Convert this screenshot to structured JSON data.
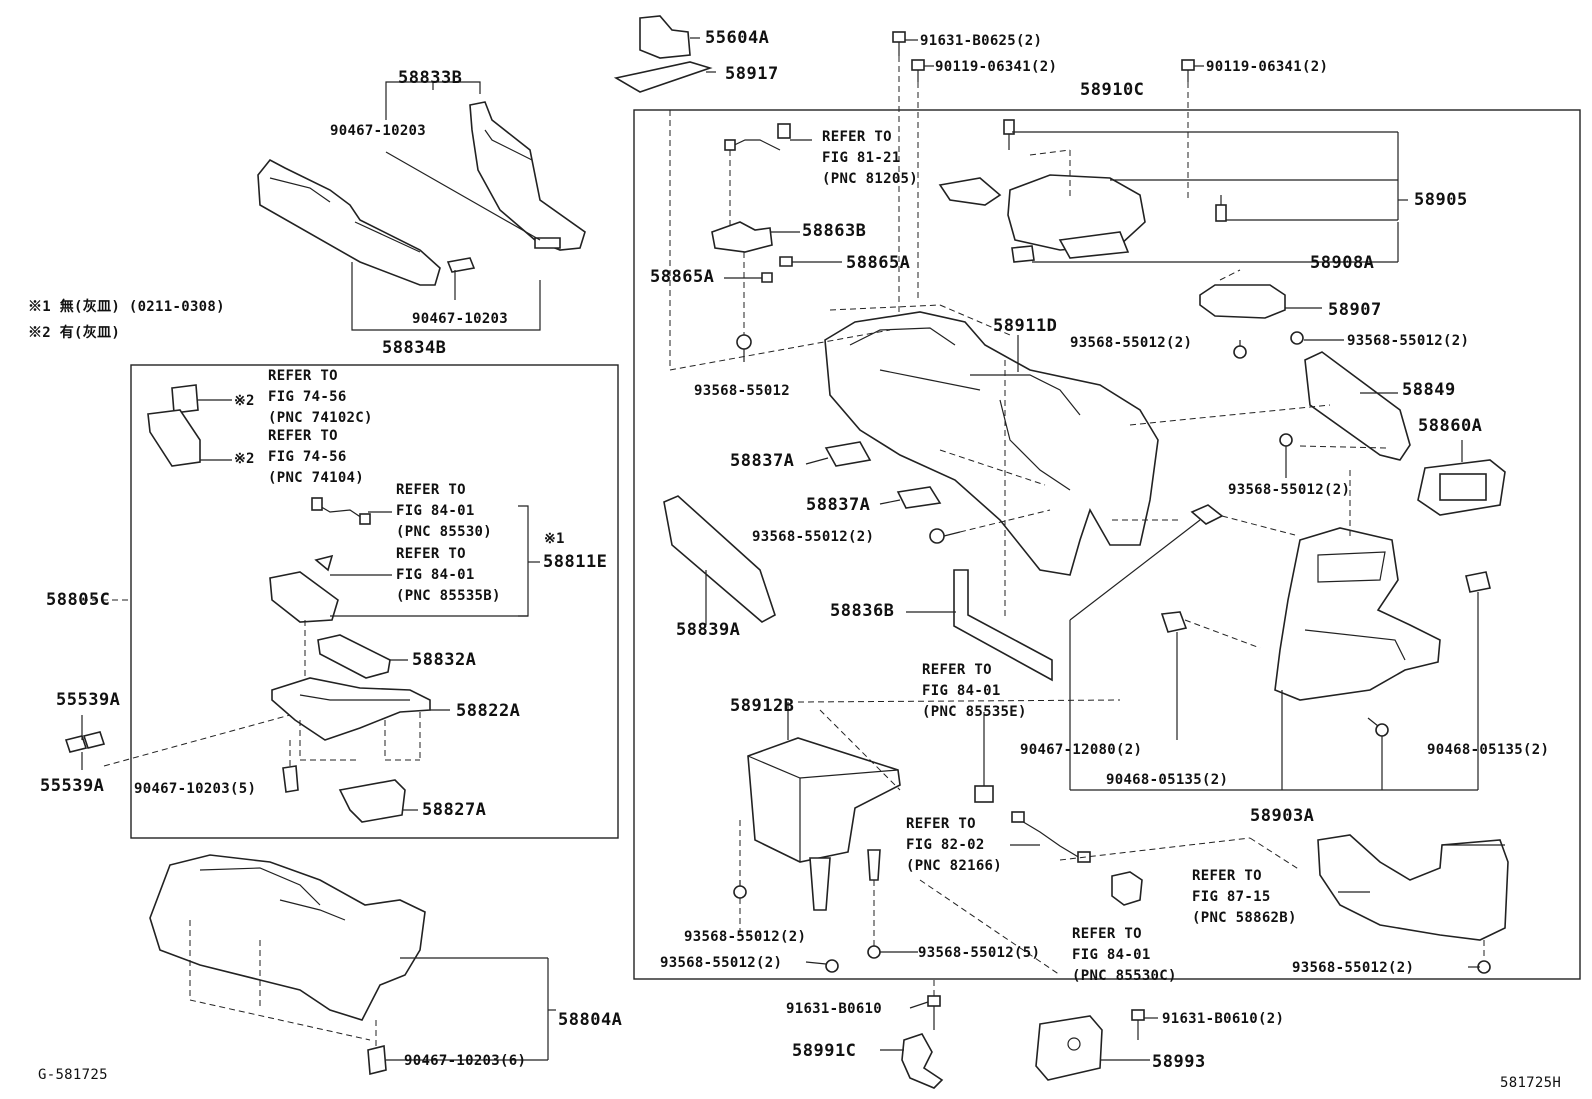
{
  "labels": {
    "l55604A": "55604A",
    "l58917": "58917",
    "l91631_B0625": "91631-B0625(2)",
    "l90119_a": "90119-06341(2)",
    "l90119_b": "90119-06341(2)",
    "l58910C": "58910C",
    "l58833B": "58833B",
    "l90467_10203_a": "90467-10203",
    "l90467_10203_b": "90467-10203",
    "l58834B": "58834B",
    "note1": "※1 無(灰皿) (0211-0308)",
    "note2": "※2 有(灰皿)",
    "ref_81_21": "REFER TO\nFIG 81-21\n(PNC 81205)",
    "l58905": "58905",
    "l58863B": "58863B",
    "l58865A_a": "58865A",
    "l58865A_b": "58865A",
    "l58908A": "58908A",
    "l58907": "58907",
    "l58911D": "58911D",
    "l93568_left": "93568-55012",
    "l93568_mid2": "93568-55012(2)",
    "l93568_right2": "93568-55012(2)",
    "l58849": "58849",
    "l58860A": "58860A",
    "l58837A_a": "58837A",
    "l58837A_b": "58837A",
    "l93568_r3": "93568-55012(2)",
    "l93568_c": "93568-55012(2)",
    "l58839A": "58839A",
    "l58836B": "58836B",
    "ref_74_56_a": "REFER TO\nFIG 74-56\n(PNC 74102C)",
    "ref_74_56_b": "REFER TO\nFIG 74-56\n(PNC 74104)",
    "note2_mark_a": "※2",
    "note2_mark_b": "※2",
    "ref_84_01_a": "REFER TO\nFIG 84-01\n(PNC 85530)",
    "ref_84_01_b": "REFER TO\nFIG 84-01\n(PNC 85535B)",
    "note1_mark": "※1",
    "l58811E": "58811E",
    "l58805C": "58805C",
    "l58832A": "58832A",
    "l58822A": "58822A",
    "l55539A_a": "55539A",
    "l55539A_b": "55539A",
    "l90467_10203_5": "90467-10203(5)",
    "l58827A": "58827A",
    "ref_84_01_e": "REFER TO\nFIG 84-01\n(PNC 85535E)",
    "l58912B": "58912B",
    "l90467_12080": "90467-12080(2)",
    "l90468_a": "90468-05135(2)",
    "l90468_b": "90468-05135(2)",
    "l58903A": "58903A",
    "ref_82_02": "REFER TO\nFIG 82-02\n(PNC 82166)",
    "ref_87_15": "REFER TO\nFIG 87-15\n(PNC 58862B)",
    "l93568_b1": "93568-55012(2)",
    "l93568_b2": "93568-55012(2)",
    "l93568_b5": "93568-55012(5)",
    "ref_84_01_c": "REFER TO\nFIG 84-01\n(PNC 85530C)",
    "l93568_b_r": "93568-55012(2)",
    "l58804A": "58804A",
    "l91631_B0610": "91631-B0610",
    "l91631_B0610_2": "91631-B0610(2)",
    "l58991C": "58991C",
    "l58993": "58993",
    "l90467_10203_6": "90467-10203(6)",
    "fig_code_left": "G-581725",
    "fig_code_right": "581725H"
  }
}
